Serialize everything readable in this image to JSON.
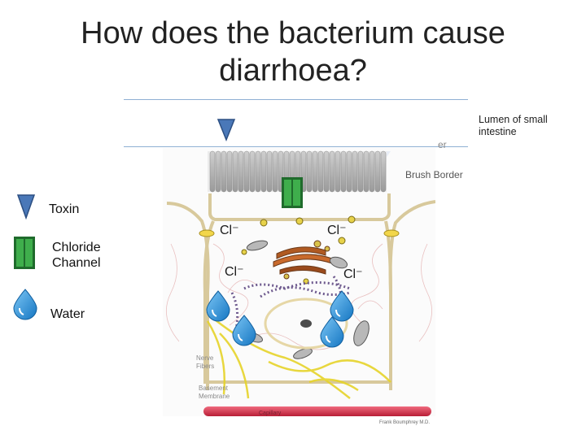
{
  "slide": {
    "title_line1": "How does the bacterium cause",
    "title_line2": "diarrhoea?"
  },
  "diagram": {
    "lumen_label": "Lumen of small intestine",
    "brush_border_label": "Brush Border",
    "nerve_label_line1": "Nerve",
    "nerve_label_line2": "Fibers",
    "basement_label_line1": "Basement",
    "basement_label_line2": "Membrane",
    "capillary_label": "Capillary",
    "credit": "Frank Boumphrey M.D.",
    "ion_label": "Cl⁻",
    "cropped_text": "er"
  },
  "legend": {
    "toxin": "Toxin",
    "chloride_line1": "Chloride",
    "chloride_line2": "Channel",
    "water": "Water"
  },
  "colors": {
    "toxin_fill": "#4a78b8",
    "channel_fill": "#3fae4c",
    "channel_border": "#1f6b2c",
    "water_fill": "#2e8fd6",
    "capillary": "#d9304a",
    "nerve": "#e6d42a"
  }
}
